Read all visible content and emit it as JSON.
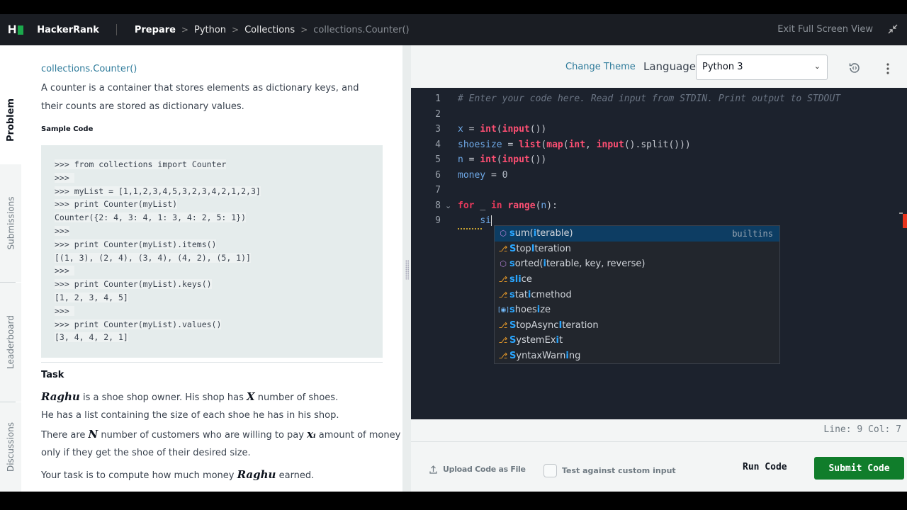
{
  "navbar": {
    "logo": "H",
    "brand": "HackerRank",
    "breadcrumb": [
      "Prepare",
      "Python",
      "Collections",
      "collections.Counter()"
    ],
    "exit_fullscreen": "Exit Full Screen View",
    "exit_icon": "⤡"
  },
  "sidebar_tabs": [
    "Problem",
    "Submissions",
    "Leaderboard",
    "Discussions"
  ],
  "problem": {
    "title": "collections.Counter()",
    "description": "A counter is a container that stores elements as dictionary keys, and their counts are stored as dictionary values.",
    "sample_heading": "Sample Code",
    "sample_code": [
      ">>> from collections import Counter",
      ">>> ",
      ">>> myList = [1,1,2,3,4,5,3,2,3,4,2,1,2,3]",
      ">>> print Counter(myList)",
      "Counter({2: 4, 3: 4, 1: 3, 4: 2, 5: 1})",
      ">>>",
      ">>> print Counter(myList).items()",
      "[(1, 3), (2, 4), (3, 4), (4, 2), (5, 1)]",
      ">>> ",
      ">>> print Counter(myList).keys()",
      "[1, 2, 3, 4, 5]",
      ">>> ",
      ">>> print Counter(myList).values()",
      "[3, 4, 4, 2, 1]"
    ],
    "task_heading": "Task",
    "task": {
      "p1_math1": "Raghu",
      "p1_text1": " is a shoe shop owner. His shop has ",
      "p1_math2": "X",
      "p1_text2": " number of shoes.",
      "p2": "He has a list containing the size of each shoe he has in his shop.",
      "p3_text1": "There are ",
      "p3_math1": "N",
      "p3_text2": " number of customers who are willing to pay ",
      "p3_math2": "xᵢ",
      "p3_text3": " amount of money",
      "p4": "only if they get the shoe of their desired size.",
      "p5_text1": "Your task is to compute how much money ",
      "p5_math1": "Raghu",
      "p5_text2": " earned."
    }
  },
  "toolbar": {
    "change_theme": "Change Theme",
    "language_label": "Language",
    "language_value": "Python 3"
  },
  "editor": {
    "line_numbers": [
      "1",
      "2",
      "3",
      "4",
      "5",
      "6",
      "7",
      "8",
      "9"
    ],
    "comment": "# Enter your code here. Read input from STDIN. Print output to STDOUT",
    "typed": "si",
    "status": "Line: 9 Col: 7"
  },
  "autocomplete": [
    {
      "kind": "method",
      "hl": "s",
      "mid1": "um(",
      "hl2": "i",
      "rest": "terable)",
      "detail": "builtins"
    },
    {
      "kind": "class",
      "hl": "S",
      "mid1": "top",
      "hl2": "I",
      "rest": "teration",
      "detail": ""
    },
    {
      "kind": "method",
      "hl": "s",
      "mid1": "orted(",
      "hl2": "i",
      "rest": "terable, key, reverse)",
      "detail": ""
    },
    {
      "kind": "class",
      "hl": "sl",
      "mid1": "",
      "hl2": "i",
      "rest": "ce",
      "detail": ""
    },
    {
      "kind": "class",
      "hl": "s",
      "mid1": "tat",
      "hl2": "i",
      "rest": "cmethod",
      "detail": ""
    },
    {
      "kind": "var",
      "hl": "s",
      "mid1": "hoes",
      "hl2": "i",
      "rest": "ze",
      "detail": ""
    },
    {
      "kind": "class",
      "hl": "S",
      "mid1": "topAsync",
      "hl2": "I",
      "rest": "teration",
      "detail": ""
    },
    {
      "kind": "class",
      "hl": "S",
      "mid1": "ystemEx",
      "hl2": "i",
      "rest": "t",
      "detail": ""
    },
    {
      "kind": "class",
      "hl": "S",
      "mid1": "yntaxWarn",
      "hl2": "i",
      "rest": "ng",
      "detail": ""
    }
  ],
  "footer": {
    "upload": "Upload Code as File",
    "custom_input": "Test against custom input",
    "run": "Run Code",
    "submit": "Submit Code"
  },
  "colors": {
    "accent": "#2d7a9a",
    "submit": "#107d2b",
    "brand_green": "#1ba94c",
    "editor_bg": "#1c222d"
  }
}
